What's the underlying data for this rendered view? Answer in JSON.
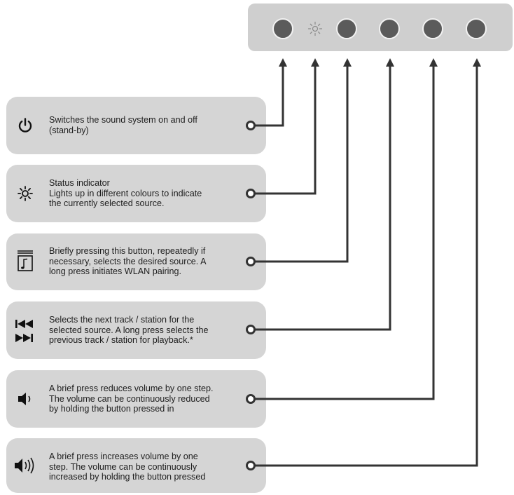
{
  "controls": [
    {
      "id": "power",
      "icon": "power-icon",
      "lines": [
        "Switches the sound system on and off",
        "(stand-by)"
      ]
    },
    {
      "id": "status",
      "icon": "sun-icon",
      "lines": [
        "Status indicator",
        "Lights up in different colours to indicate",
        "the currently selected source."
      ]
    },
    {
      "id": "source",
      "icon": "music-note-icon",
      "lines": [
        "Briefly pressing this button, repeatedly if",
        "necessary, selects the desired source. A",
        "long press initiates WLAN pairing."
      ]
    },
    {
      "id": "track",
      "icon": "skip-track-icon",
      "lines": [
        "Selects the next track / station for the",
        "selected source. A long press selects the",
        "previous track / station for playback.*"
      ]
    },
    {
      "id": "volume-down",
      "icon": "volume-low-icon",
      "lines": [
        "A brief press reduces volume by one step.",
        "The volume can be continuously reduced",
        "by holding the button pressed in"
      ]
    },
    {
      "id": "volume-up",
      "icon": "volume-high-icon",
      "lines": [
        "A brief press increases volume by one",
        "step. The volume can be continuously",
        "increased by holding the button pressed"
      ]
    }
  ],
  "colors": {
    "panel": "#cfcfcf",
    "box": "#d5d5d5",
    "button": "#5b5b5b",
    "connector": "#333333"
  }
}
